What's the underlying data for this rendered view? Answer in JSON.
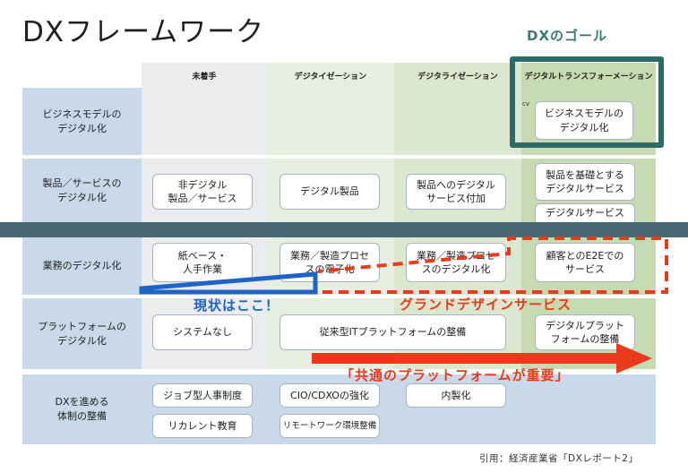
{
  "title": "DXフレームワーク",
  "goal_label": "DXのゴール",
  "columns": [
    "未着手",
    "デジタイゼーション",
    "デジタライゼーション",
    "デジタルトランスフォーメーション"
  ],
  "rows": [
    "ビジネスモデルの\nデジタル化",
    "製品／サービスの\nデジタル化",
    "業務のデジタル化",
    "プラットフォームの\nデジタル化",
    "DXを進める\n体制の整備"
  ],
  "cells": {
    "r1c4": "ビジネスモデルの\nデジタル化",
    "r2c1": "非デジタル\n製品／サービス",
    "r2c2": "デジタル製品",
    "r2c3": "製品へのデジタル\nサービス付加",
    "r2c4a": "製品を基礎とする\nデジタルサービス",
    "r2c4b": "デジタルサービス",
    "r3c1": "紙ベース・\n人手作業",
    "r3c2": "業務／製造プロセ\nスの電子化",
    "r3c3": "業務／製造プロセ\nスのデジタル化",
    "r3c4": "顧客とのE2Eでの\nサービス",
    "r4c1": "システムなし",
    "r4c23": "従来型ITプラットフォームの整備",
    "r4c4": "デジタルプラット\nフォームの整備",
    "r5a": "ジョブ型人事制度",
    "r5b": "CIO/CDXOの強化",
    "r5c": "内製化",
    "r5d": "リカレント教育",
    "r5e": "リモートワーク環境整備"
  },
  "annotations": {
    "current": "現状はここ！",
    "grand_design": "グランドデザインサービス",
    "platform_important": "「共通のプラットフォームが重要」",
    "tiny": "cv"
  },
  "source": "引用：経済産業省「DXレポート2」",
  "colors": {
    "goal_frame": "#2f6b66",
    "blue_accent": "#1f63c7",
    "red_accent": "#ea3a1c",
    "band": "#496873"
  }
}
